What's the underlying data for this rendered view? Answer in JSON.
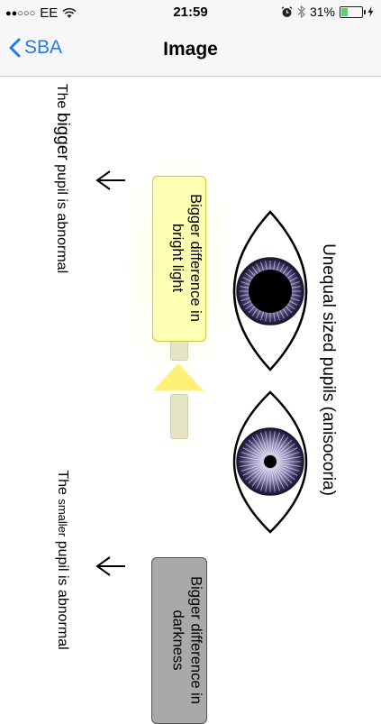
{
  "status_bar": {
    "carrier": "EE",
    "time": "21:59",
    "battery_percent": "31%",
    "signal_bars_filled": 2,
    "signal_bars_total": 5,
    "battery_level": 0.31,
    "battery_color": "#4cd964",
    "icons": [
      "wifi-icon",
      "alarm-icon",
      "bluetooth-icon",
      "battery-icon",
      "charging-icon"
    ]
  },
  "nav": {
    "back_label": "SBA",
    "title": "Image",
    "tint_color": "#1b7cf5"
  },
  "diagram": {
    "heading": "Unequal sized pupils (anisocoria)",
    "bright_box_lines": [
      "Bigger difference in",
      "bright light"
    ],
    "dark_box_lines": [
      "Bigger difference in",
      "darkness"
    ],
    "bigger_label": {
      "prefix": "The ",
      "emph": "bigger",
      "suffix": " pupil is abnormal"
    },
    "smaller_label": {
      "prefix": "The ",
      "emph": "smaller",
      "suffix": " pupil is abnormal"
    }
  }
}
